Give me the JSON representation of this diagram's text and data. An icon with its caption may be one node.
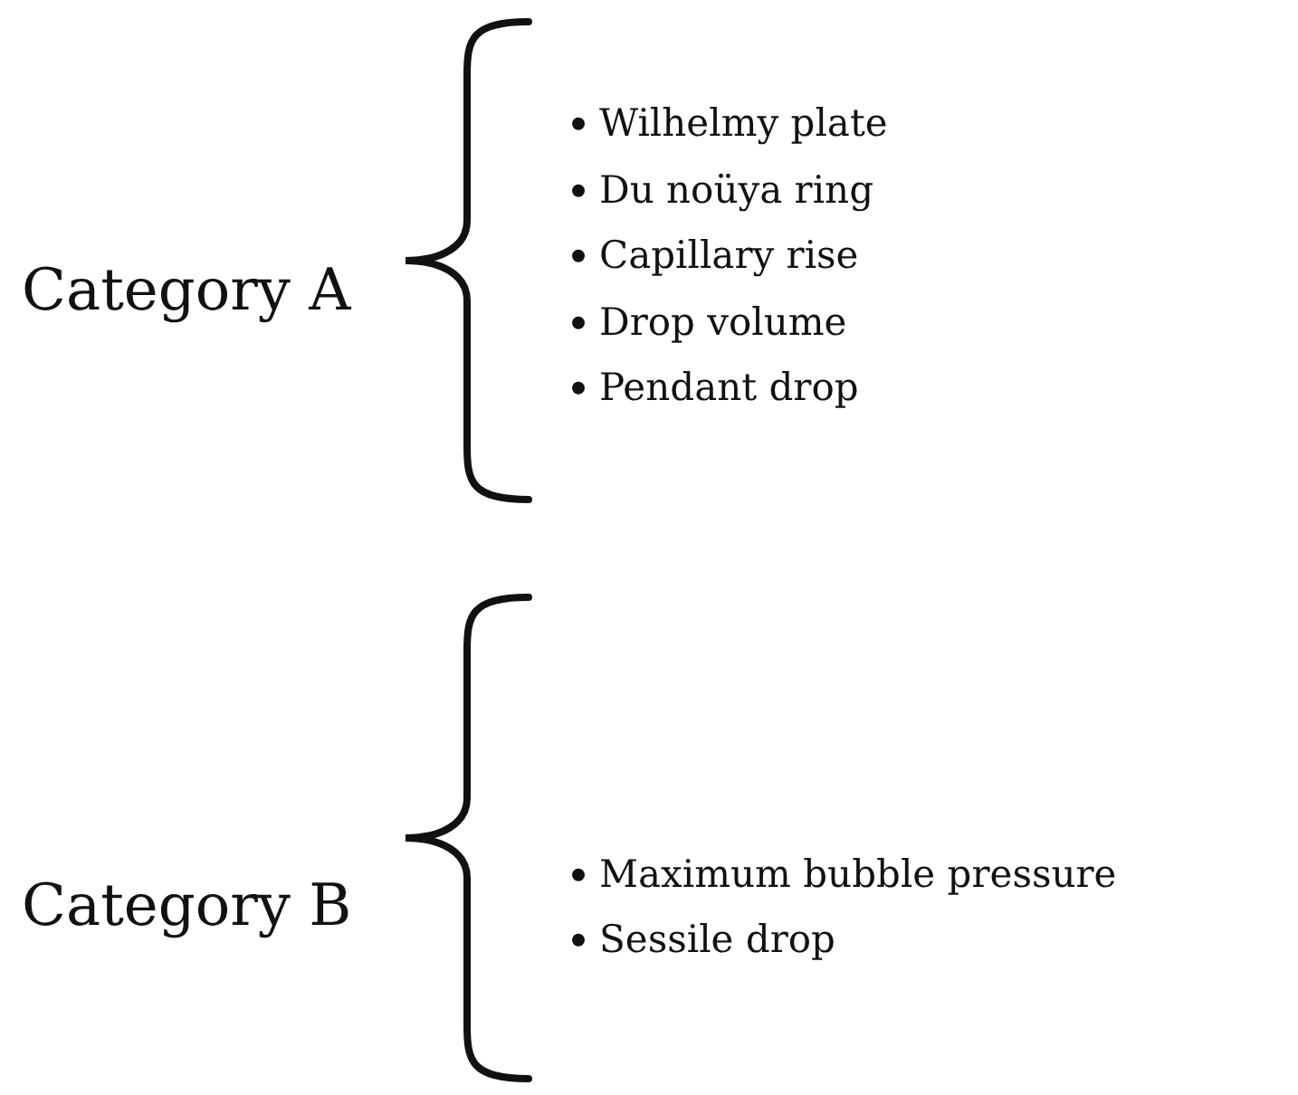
{
  "diagram": {
    "labels": [
      "Category A",
      "Wilhelmy plate",
      "Du noüya ring",
      "Capillary rise",
      "Drop volume",
      "Pendant drop",
      "Category B",
      "Maximum bubble pressure",
      "Sessile drop"
    ]
  }
}
